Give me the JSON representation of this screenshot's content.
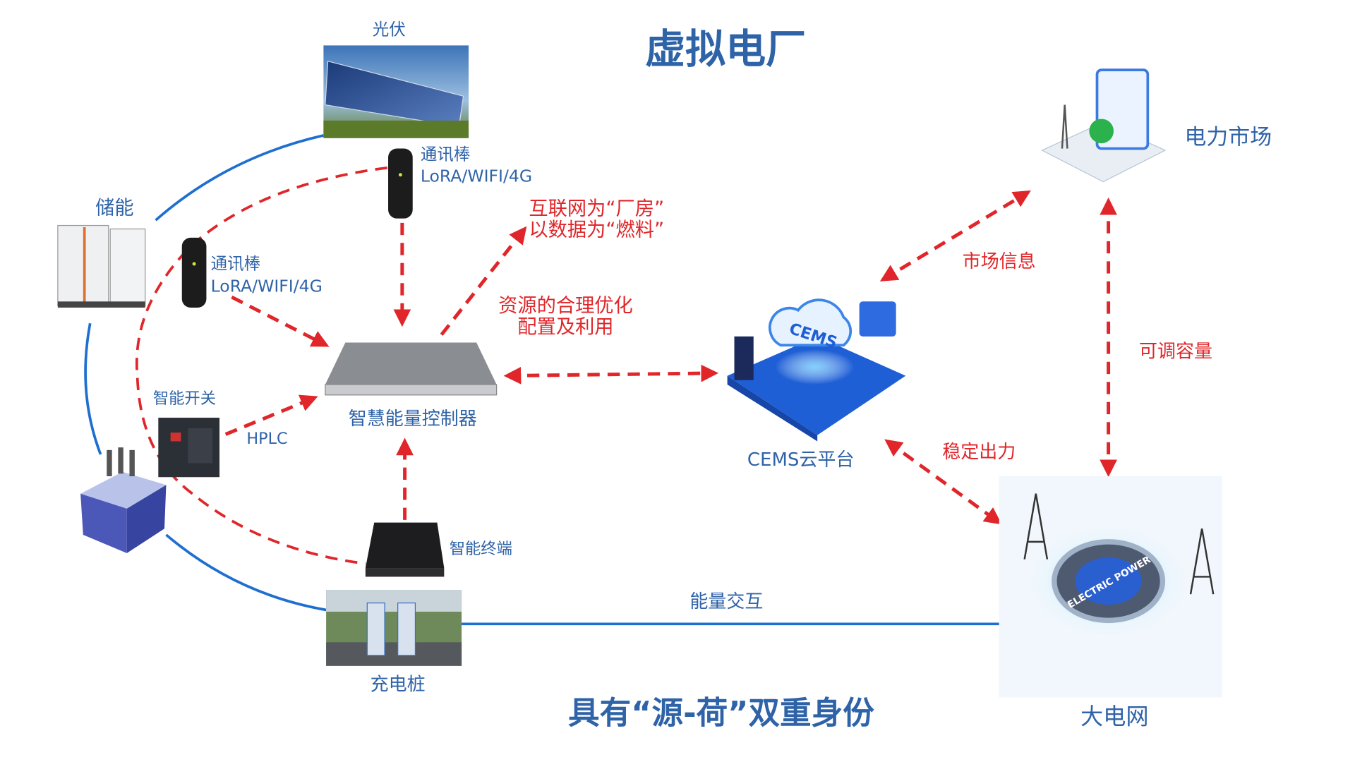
{
  "title": "虚拟电厂",
  "subtitle": "具有“源-荷”双重身份",
  "nodes": {
    "solar": "光伏",
    "storage": "储能",
    "comm_stick_1": {
      "name": "通讯棒",
      "protocol": "LoRA/WIFI/4G"
    },
    "comm_stick_2": {
      "name": "通讯棒",
      "protocol": "LoRA/WIFI/4G"
    },
    "smart_switch": "智能开关",
    "hplc": "HPLC",
    "controller": "智慧能量控制器",
    "terminal": "智能终端",
    "charger": "充电桩",
    "cems": "CEMS云平台",
    "cems_logo": "CEMS",
    "market": "电力市场",
    "grid": "大电网",
    "grid_logo": "ELECTRIC POWER"
  },
  "annotations": {
    "internet_line1": "互联网为“厂房”",
    "internet_line2": "以数据为“燃料”",
    "resource_line1": "资源的合理优化",
    "resource_line2": "配置及利用",
    "market_info": "市场信息",
    "adjustable_capacity": "可调容量",
    "stable_output": "稳定出力",
    "energy_exchange": "能量交互"
  },
  "colors": {
    "blue_text": "#2f63a8",
    "red": "#e0262a",
    "line_blue": "#1f6fd0"
  }
}
